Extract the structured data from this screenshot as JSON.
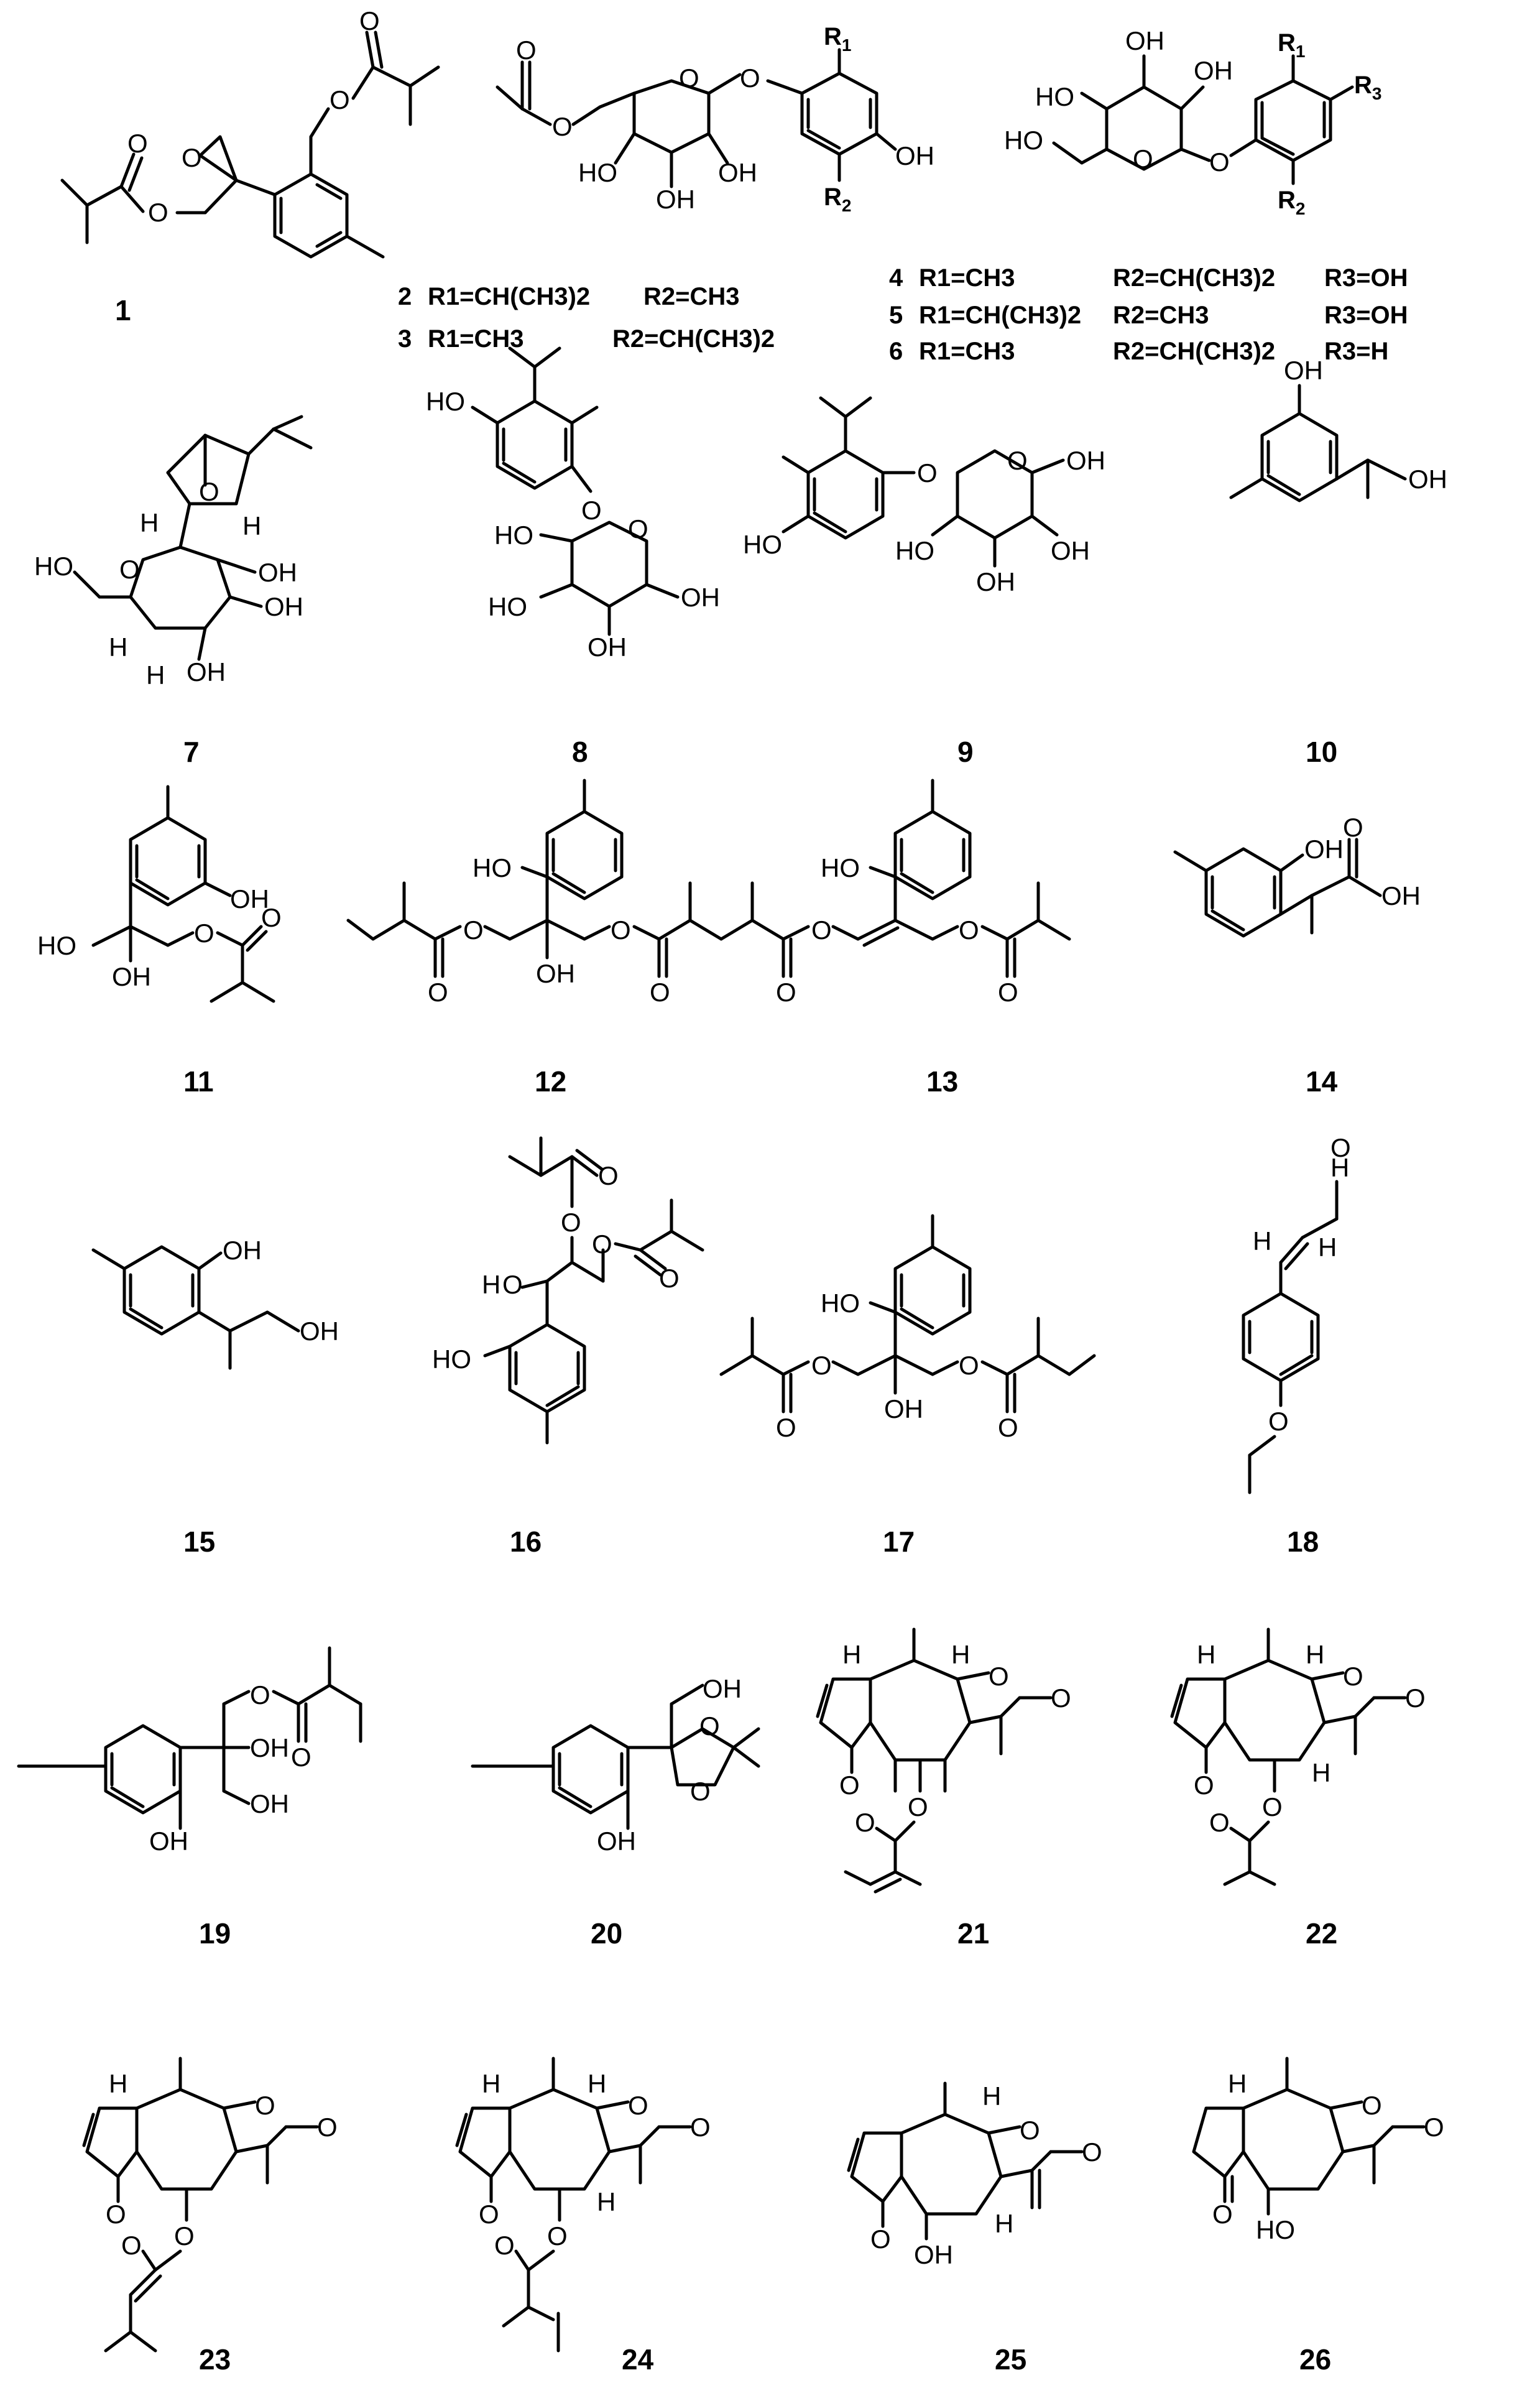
{
  "compounds": [
    {
      "id": "1"
    },
    {
      "id": "2"
    },
    {
      "id": "3"
    },
    {
      "id": "4"
    },
    {
      "id": "5"
    },
    {
      "id": "6"
    },
    {
      "id": "7"
    },
    {
      "id": "8"
    },
    {
      "id": "9"
    },
    {
      "id": "10"
    },
    {
      "id": "11"
    },
    {
      "id": "12"
    },
    {
      "id": "13"
    },
    {
      "id": "14"
    },
    {
      "id": "15"
    },
    {
      "id": "16"
    },
    {
      "id": "17"
    },
    {
      "id": "18"
    },
    {
      "id": "19"
    },
    {
      "id": "20"
    },
    {
      "id": "21"
    },
    {
      "id": "22"
    },
    {
      "id": "23"
    },
    {
      "id": "24"
    },
    {
      "id": "25"
    },
    {
      "id": "26"
    }
  ],
  "substituents": [
    {
      "num": "2",
      "R1": "R1=CH(CH3)2",
      "R2": "R2=CH3"
    },
    {
      "num": "3",
      "R1": "R1=CH3",
      "R2": "R2=CH(CH3)2"
    },
    {
      "num": "4",
      "R1": "R1=CH3",
      "R2": "R2=CH(CH3)2",
      "R3": "R3=OH"
    },
    {
      "num": "5",
      "R1": "R1=CH(CH3)2",
      "R2": "R2=CH3",
      "R3": "R3=OH"
    },
    {
      "num": "6",
      "R1": "R1=CH3",
      "R2": "R2=CH(CH3)2",
      "R3": "R3=H"
    }
  ],
  "atom_labels": {
    "O": "O",
    "OH": "OH",
    "HO": "HO",
    "H": "H",
    "R1": "R1",
    "R2": "R2",
    "R3": "R3"
  }
}
